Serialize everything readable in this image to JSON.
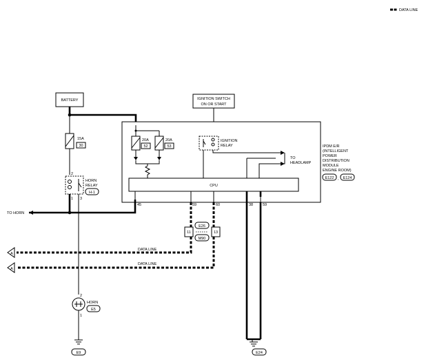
{
  "legend": {
    "label": "DATA LINE"
  },
  "battery": {
    "label": "BATTERY"
  },
  "ignition_switch": {
    "line1": "IGNITION SWITCH",
    "line2": "ON OR START"
  },
  "fuse_15a": {
    "rating": "15A",
    "id": "30"
  },
  "fuse_20a_a": {
    "rating": "20A",
    "id": "52"
  },
  "fuse_20a_b": {
    "rating": "20A",
    "id": "53"
  },
  "ignition_relay": {
    "line1": "IGNITION",
    "line2": "RELAY"
  },
  "horn_relay": {
    "line1": "HORN",
    "line2": "RELAY",
    "id": "H-1",
    "pin_top": "2",
    "pin_bot_a": "1",
    "pin_bot_b": "3"
  },
  "headlamp": {
    "line1": "TO",
    "line2": "HEADLAMP"
  },
  "cpu": {
    "label": "CPU"
  },
  "ipdm": {
    "lines": [
      "IPDM E/R",
      "(INTELLIGENT",
      "POWER",
      "DISTRIBUTION",
      "MODULE",
      "ENGINE ROOM)"
    ],
    "conn_a": "E122",
    "conn_b": "E124"
  },
  "pins": {
    "p45": "45",
    "p59": "59",
    "p60": "60",
    "p38": "38",
    "p59b": "59"
  },
  "to_horn": {
    "label": "TO HORN"
  },
  "joint": {
    "top": "E26",
    "bottom": "M90",
    "left": "11",
    "right": "13"
  },
  "data_line_1": {
    "label": "DATA LINE",
    "marker": "A"
  },
  "data_line_2": {
    "label": "DATA LINE",
    "marker": "A"
  },
  "horn": {
    "label": "HORN",
    "id": "E5",
    "pin_top": "2",
    "pin_bot": "1"
  },
  "ground_left": {
    "id": "E9"
  },
  "ground_right": {
    "id": "E24"
  }
}
